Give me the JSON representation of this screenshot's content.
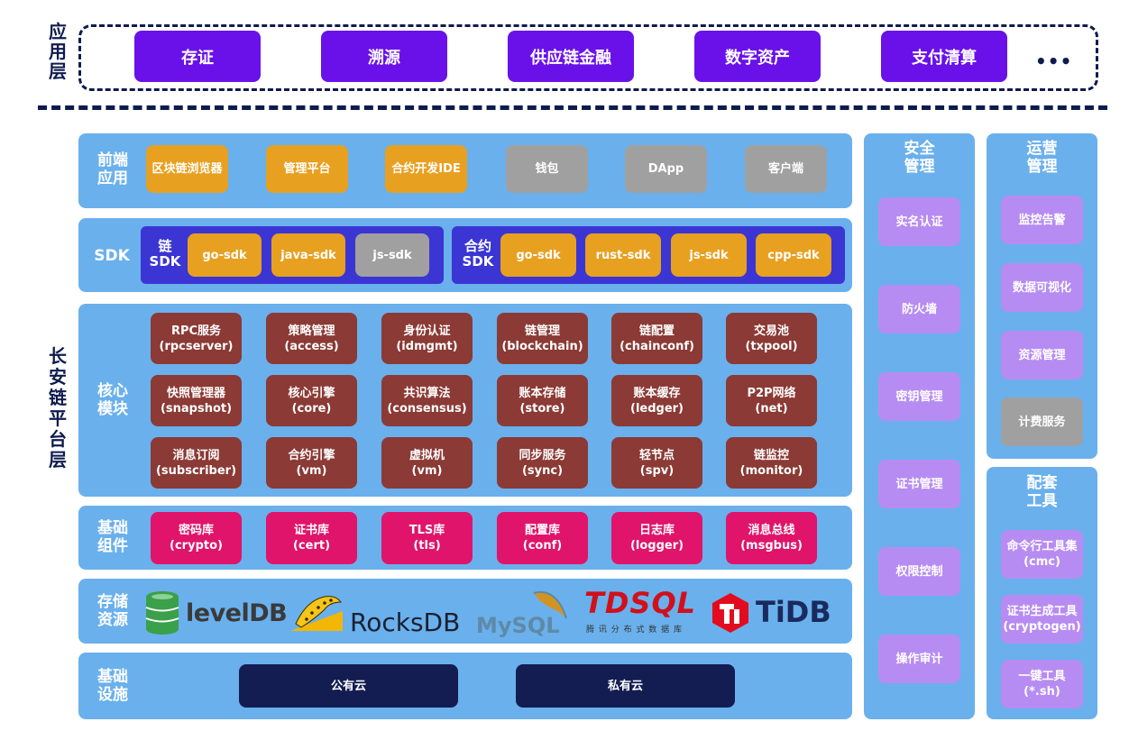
{
  "app_layer": {
    "label": "应\n用\n层",
    "items": [
      "存证",
      "溯源",
      "供应链金融",
      "数字资产",
      "支付清算"
    ],
    "more": "•••"
  },
  "platform_label": "长\n安\n链\n平\n台\n层",
  "frontend": {
    "label": "前端\n应用",
    "items": [
      {
        "text": "区块链浏览器",
        "color": "orange"
      },
      {
        "text": "管理平台",
        "color": "orange"
      },
      {
        "text": "合约开发IDE",
        "color": "orange"
      },
      {
        "text": "钱包",
        "color": "gray"
      },
      {
        "text": "DApp",
        "color": "gray"
      },
      {
        "text": "客户端",
        "color": "gray"
      }
    ]
  },
  "sdk": {
    "label": "SDK",
    "chain_label": "链\nSDK",
    "chain_items": [
      {
        "text": "go-sdk",
        "color": "orange"
      },
      {
        "text": "java-sdk",
        "color": "orange"
      },
      {
        "text": "js-sdk",
        "color": "gray"
      }
    ],
    "contract_label": "合约\nSDK",
    "contract_items": [
      {
        "text": "go-sdk",
        "color": "orange"
      },
      {
        "text": "rust-sdk",
        "color": "orange"
      },
      {
        "text": "js-sdk",
        "color": "orange"
      },
      {
        "text": "cpp-sdk",
        "color": "orange"
      }
    ]
  },
  "core": {
    "label": "核心\n模块",
    "items": [
      "RPC服务\n(rpcserver)",
      "策略管理\n(access)",
      "身份认证\n(idmgmt)",
      "链管理\n(blockchain)",
      "链配置\n(chainconf)",
      "交易池\n(txpool)",
      "快照管理器\n(snapshot)",
      "核心引擎\n(core)",
      "共识算法\n(consensus)",
      "账本存储\n(store)",
      "账本缓存\n(ledger)",
      "P2P网络\n(net)",
      "消息订阅\n(subscriber)",
      "合约引擎\n(vm)",
      "虚拟机\n(vm)",
      "同步服务\n(sync)",
      "轻节点\n(spv)",
      "链监控\n(monitor)"
    ]
  },
  "base": {
    "label": "基础\n组件",
    "items": [
      "密码库\n(crypto)",
      "证书库\n(cert)",
      "TLS库\n(tls)",
      "配置库\n(conf)",
      "日志库\n(logger)",
      "消息总线\n(msgbus)"
    ]
  },
  "storage": {
    "label": "存储\n资源",
    "logos": {
      "leveldb": "levelDB",
      "rocksdb": "RocksDB",
      "mysql": "MySQL",
      "tdsql": "TDSQL",
      "tdsql_sub": "腾 讯 分 布 式 数 据 库",
      "tidb": "TiDB"
    }
  },
  "infra": {
    "label": "基础\n设施",
    "items": [
      "公有云",
      "私有云"
    ]
  },
  "security": {
    "title": "安全\n管理",
    "items": [
      "实名认证",
      "防火墙",
      "密钥管理",
      "证书管理",
      "权限控制",
      "操作审计"
    ]
  },
  "ops": {
    "title": "运营\n管理",
    "items": [
      {
        "text": "监控告警",
        "color": "violet"
      },
      {
        "text": "数据可视化",
        "color": "violet"
      },
      {
        "text": "资源管理",
        "color": "violet"
      },
      {
        "text": "计费服务",
        "color": "gray"
      }
    ]
  },
  "tools": {
    "title": "配套\n工具",
    "items": [
      "命令行工具集\n(cmc)",
      "证书生成工具\n(cryptogen)",
      "一键工具\n(*.sh)"
    ]
  },
  "colors": {
    "purple": "#6a11ea",
    "navy": "#0e1b4d",
    "panel": "#6ab0ec",
    "orange": "#e8a020",
    "gray": "#a0a0a0",
    "brown": "#8b3a35",
    "pink": "#e0146a",
    "violet": "#b78cf2"
  }
}
